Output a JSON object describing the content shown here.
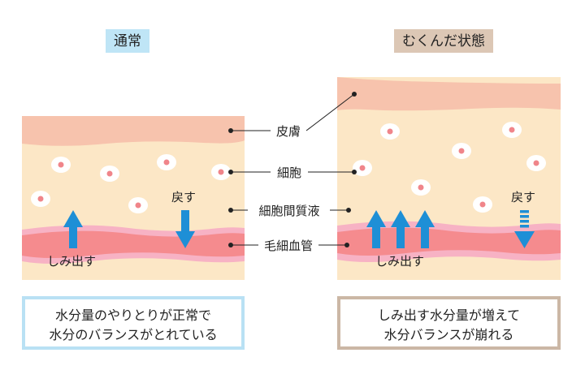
{
  "colors": {
    "skin": "#f7c3ad",
    "interstitial": "#fce7c6",
    "vessel": "#f58b8e",
    "vessel_outer": "#f7b2c4",
    "arrow": "#1e8fd6",
    "cell_nucleus": "#f0858a",
    "normal_tag": "#bfe5f6",
    "swollen_tag": "#dcc7b5",
    "normal_border": "#b9e1f4",
    "swollen_border": "#cbb7a5"
  },
  "panels": {
    "normal": {
      "title": "通常",
      "seep_label": "しみ出す",
      "return_label": "戻す",
      "caption_lines": [
        "水分量のやりとりが正常で",
        "水分のバランスがとれている"
      ]
    },
    "swollen": {
      "title": "むくんだ状態",
      "seep_label": "しみ出す",
      "return_label": "戻す",
      "caption_lines": [
        "しみ出す水分量が増えて",
        "水分バランスが崩れる"
      ]
    }
  },
  "labels": {
    "skin": "皮膚",
    "cell": "細胞",
    "interstitial_fluid": "細胞間質液",
    "capillary": "毛細血管"
  }
}
